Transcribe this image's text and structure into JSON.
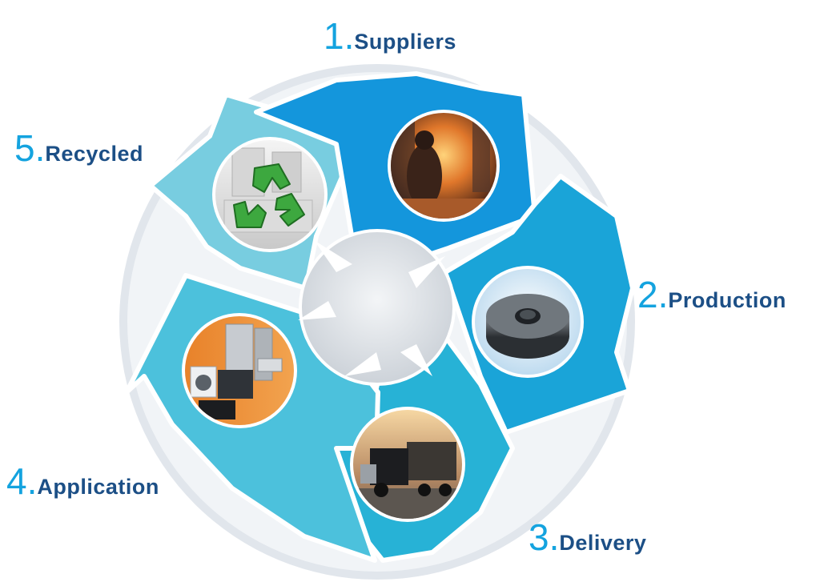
{
  "steps": [
    {
      "number": "1.",
      "label": "Suppliers",
      "icon": "foundry-worker-photo"
    },
    {
      "number": "2.",
      "label": "Production",
      "icon": "metal-nut-photo"
    },
    {
      "number": "3.",
      "label": "Delivery",
      "icon": "truck-photo"
    },
    {
      "number": "4.",
      "label": "Application",
      "icon": "appliances-photo"
    },
    {
      "number": "5.",
      "label": "Recycled",
      "icon": "recycle-symbol"
    }
  ],
  "colors": {
    "arrow_1": "#1496dc",
    "arrow_2": "#1aa4d8",
    "arrow_3": "#27b2d6",
    "arrow_4": "#4cc1dc",
    "arrow_5": "#78cde0",
    "label_number": "#14a3df",
    "label_text": "#1c4f86",
    "hub": "#dfe3e8"
  }
}
